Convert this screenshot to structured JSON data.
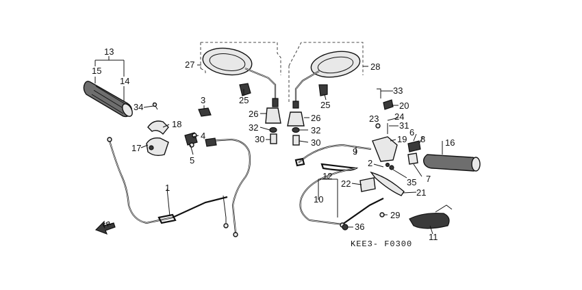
{
  "diagram": {
    "code": "KEE3- F0300",
    "front_arrow_label": "FR.",
    "callouts": {
      "c1": "1",
      "c2": "2",
      "c3": "3",
      "c4": "4",
      "c5": "5",
      "c6": "6",
      "c7": "7",
      "c8": "8",
      "c9": "9",
      "c10": "10",
      "c11": "11",
      "c12": "12",
      "c13": "13",
      "c14": "14",
      "c15": "15",
      "c16": "16",
      "c17": "17",
      "c18": "18",
      "c19": "19",
      "c20": "20",
      "c21": "21",
      "c22": "22",
      "c23": "23",
      "c24": "24",
      "c25a": "25",
      "c25b": "25",
      "c26a": "26",
      "c26b": "26",
      "c27": "27",
      "c28": "28",
      "c29": "29",
      "c30a": "30",
      "c30b": "30",
      "c31": "31",
      "c32a": "32",
      "c32b": "32",
      "c33": "33",
      "c34": "34",
      "c35": "35",
      "c36": "36"
    }
  }
}
